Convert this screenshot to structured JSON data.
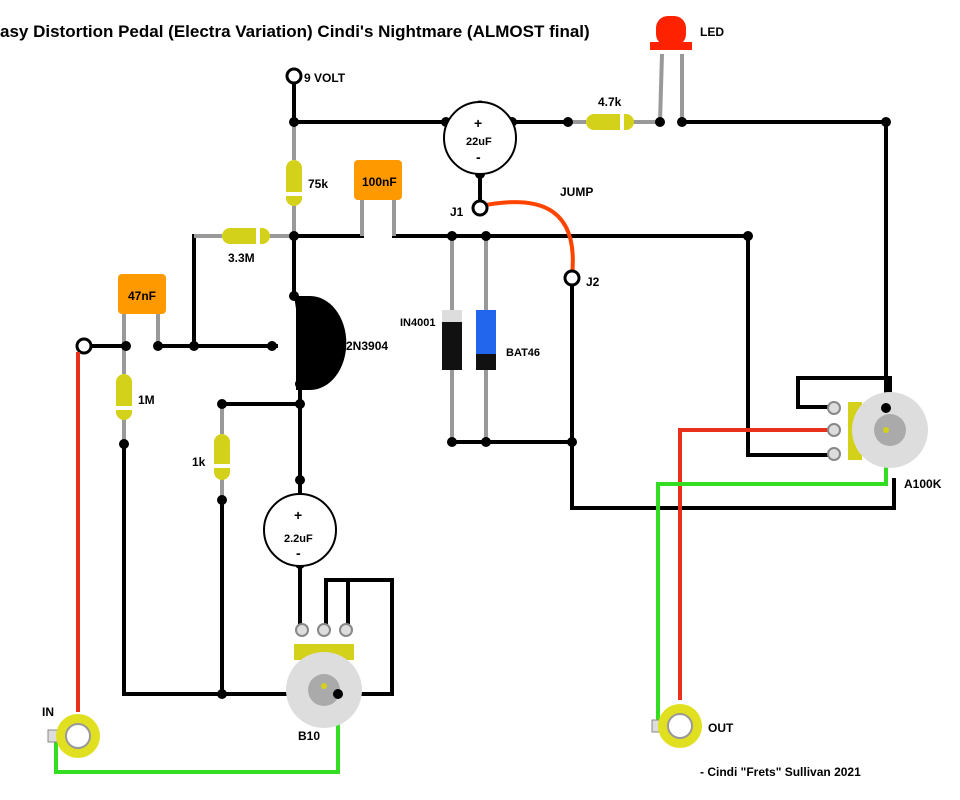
{
  "title": "asy Distortion Pedal (Electra Variation) Cindi's Nightmare (ALMOST final)",
  "credit": "- Cindi \"Frets\" Sullivan 2021",
  "labels": {
    "led": "LED",
    "nine_volt": "9 VOLT",
    "jump": "JUMP",
    "j1": "J1",
    "j2": "J2",
    "in": "IN",
    "out": "OUT"
  },
  "components": {
    "r_4k7": "4.7k",
    "r_75k": "75k",
    "r_3m3": "3.3M",
    "r_1m": "1M",
    "r_1k": "1k",
    "c_22uf": "22uF",
    "c_22uf_plus": "+",
    "c_22uf_minus": "-",
    "c_2u2": "2.2uF",
    "c_2u2_plus": "+",
    "c_2u2_minus": "-",
    "c_100nf": "100nF",
    "c_47nf": "47nF",
    "transistor": "2N3904",
    "diode_1": "IN4001",
    "diode_2": "BAT46",
    "pot_volume": "A100K",
    "pot_gain": "B10"
  },
  "colors": {
    "wire": "#000000",
    "red_wire": "#e8311a",
    "green_wire": "#33dd22",
    "jump_wire": "#ff4400",
    "resistor": "#d4d11a",
    "capacitor_orange": "#ff9900",
    "led": "#ff2200",
    "diode_black": "#111111",
    "diode_blue": "#2266ee",
    "jack": "#e0e020",
    "pot_body": "#dddddd"
  }
}
